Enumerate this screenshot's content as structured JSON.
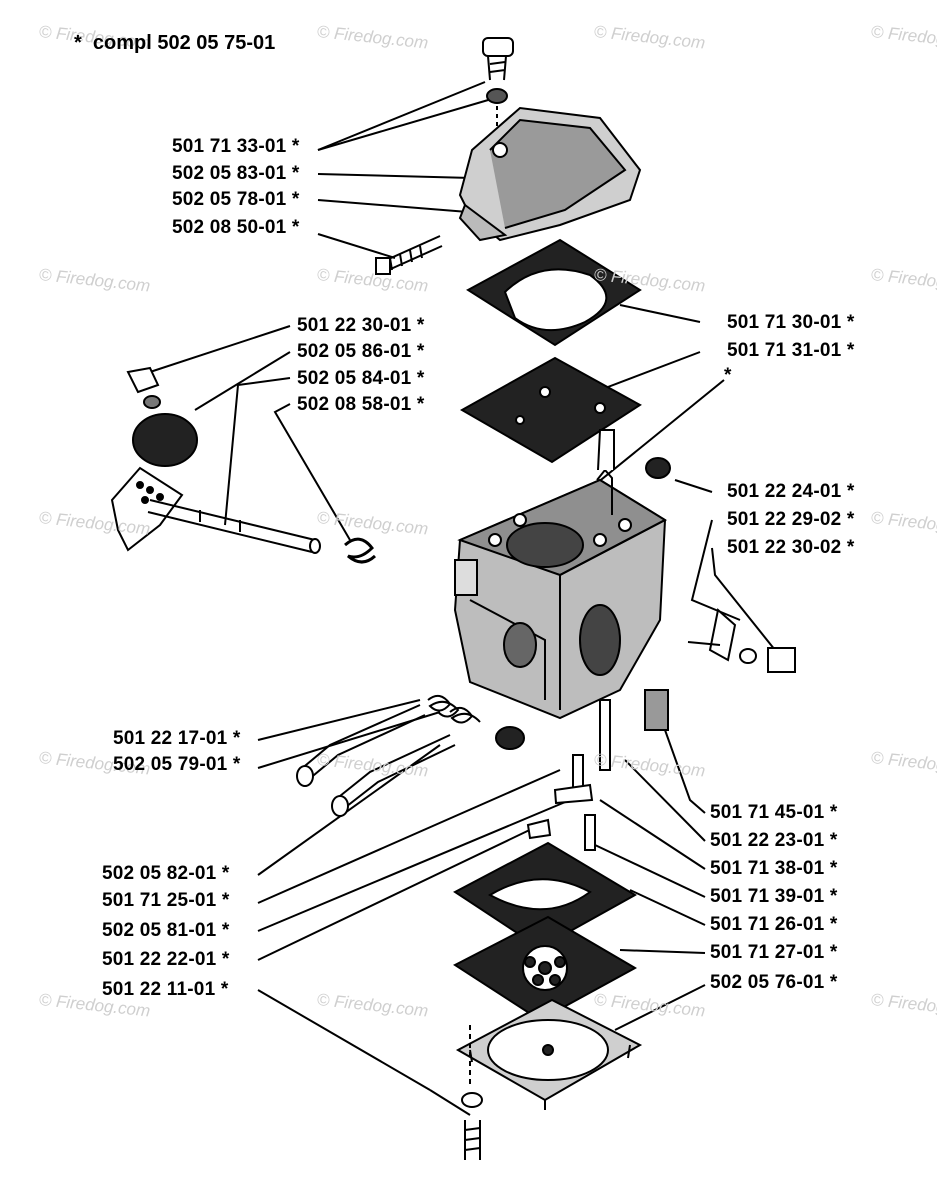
{
  "header": {
    "star": "*",
    "compl": "compl 502 05 75-01"
  },
  "watermark": "© Firedog.com",
  "inline_star": "*",
  "labels_left": [
    {
      "id": "l1",
      "text": "501 71 33-01  *"
    },
    {
      "id": "l2",
      "text": "502 05 83-01  *"
    },
    {
      "id": "l3",
      "text": "502 05 78-01  *"
    },
    {
      "id": "l4",
      "text": "502 08 50-01  *"
    },
    {
      "id": "l5",
      "text": "501 22 30-01  *"
    },
    {
      "id": "l6",
      "text": "502 05 86-01  *"
    },
    {
      "id": "l7",
      "text": "502 05 84-01  *"
    },
    {
      "id": "l8",
      "text": "502 08 58-01  *"
    },
    {
      "id": "l9",
      "text": "501 22 17-01  *"
    },
    {
      "id": "l10",
      "text": "502 05 79-01  *"
    },
    {
      "id": "l11",
      "text": "502 05 82-01  *"
    },
    {
      "id": "l12",
      "text": "501 71 25-01  *"
    },
    {
      "id": "l13",
      "text": "502 05 81-01  *"
    },
    {
      "id": "l14",
      "text": "501 22 22-01  *"
    },
    {
      "id": "l15",
      "text": "501 22 11-01  *"
    }
  ],
  "labels_right": [
    {
      "id": "r1",
      "text": "501 71 30-01  *"
    },
    {
      "id": "r2",
      "text": "501 71 31-01  *"
    },
    {
      "id": "r3",
      "text": "501 22 24-01  *"
    },
    {
      "id": "r4",
      "text": "501 22 29-02  *"
    },
    {
      "id": "r5",
      "text": "501 22 30-02  *"
    },
    {
      "id": "r6",
      "text": "501 71 45-01  *"
    },
    {
      "id": "r7",
      "text": "501 22 23-01  *"
    },
    {
      "id": "r8",
      "text": "501 71 38-01  *"
    },
    {
      "id": "r9",
      "text": "501 71 39-01  *"
    },
    {
      "id": "r10",
      "text": "501 71 26-01  *"
    },
    {
      "id": "r11",
      "text": "501 71 27-01  *"
    },
    {
      "id": "r12",
      "text": "502 05 76-01  *"
    }
  ]
}
